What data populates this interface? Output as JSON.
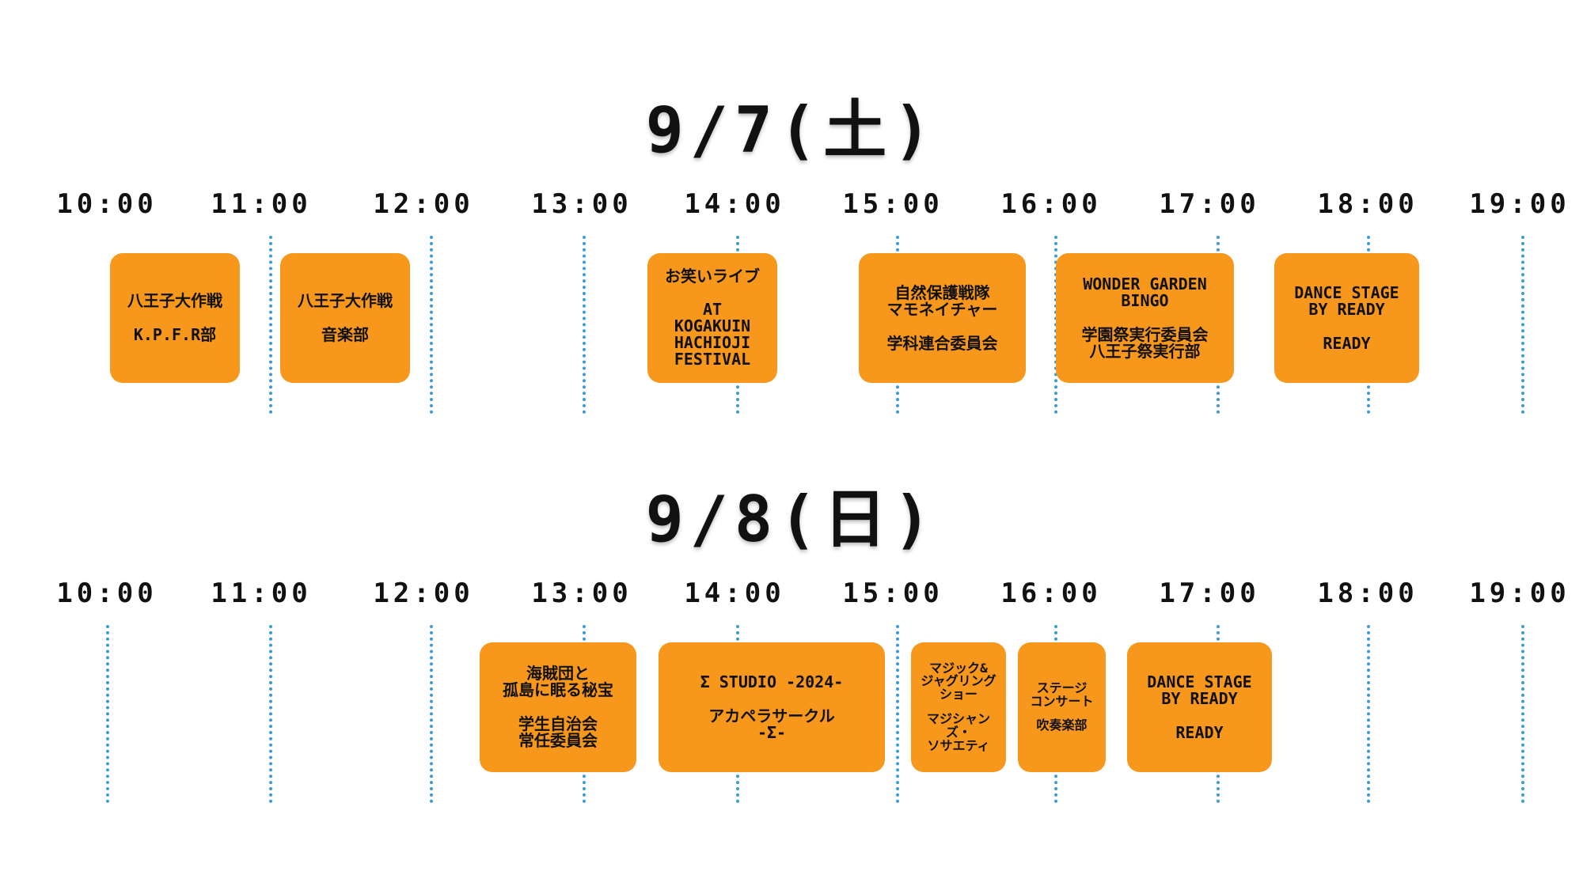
{
  "days": [
    {
      "title": "9/7(土)",
      "times": [
        "10:00",
        "11:00",
        "12:00",
        "13:00",
        "14:00",
        "15:00",
        "16:00",
        "17:00",
        "18:00",
        "19:00"
      ],
      "events": [
        {
          "name": "八王子大作戦",
          "org": "K.P.F.R部"
        },
        {
          "name": "八王子大作戦",
          "org": "音楽部"
        },
        {
          "name": "お笑いライブ\n\nAT\nKOGAKUIN\nHACHIOJI\nFESTIVAL",
          "org": ""
        },
        {
          "name": "自然保護戦隊\nマモネイチャー",
          "org": "学科連合委員会"
        },
        {
          "name": "WONDER GARDEN\nBINGO",
          "org": "学園祭実行委員会\n八王子祭実行部"
        },
        {
          "name": "DANCE STAGE\nBY READY",
          "org": "READY"
        }
      ]
    },
    {
      "title": "9/8(日)",
      "times": [
        "10:00",
        "11:00",
        "12:00",
        "13:00",
        "14:00",
        "15:00",
        "16:00",
        "17:00",
        "18:00",
        "19:00"
      ],
      "events": [
        {
          "name": "海賊団と\n孤島に眠る秘宝",
          "org": "学生自治会\n常任委員会"
        },
        {
          "name": "Σ STUDIO -2024-",
          "org": "アカペラサークル\n-Σ-"
        },
        {
          "name": "マジック&\nジャグリング\nショー",
          "org": "マジシャンズ・\nソサエティ"
        },
        {
          "name": "ステージ\nコンサート",
          "org": "吹奏楽部"
        },
        {
          "name": "DANCE STAGE\nBY READY",
          "org": "READY"
        }
      ]
    }
  ]
}
